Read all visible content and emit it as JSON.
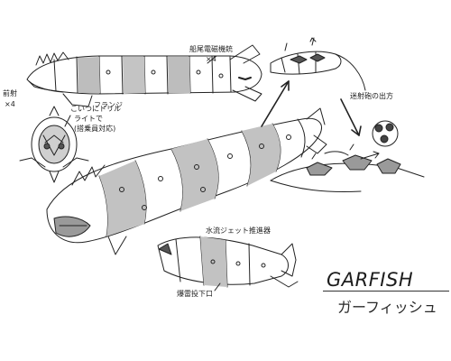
{
  "title": {
    "english": "GARFISH",
    "japanese": "ガーフィッシュ"
  },
  "annotations": {
    "tail_gun_label": "船尾電磁機銃",
    "tail_gun_count": "×4",
    "side_label_fragment": "前射",
    "side_count": "×4",
    "flange_label": "フランジ",
    "mouth_note_line1": "こいつにドリル",
    "mouth_note_line2": "ライトで",
    "mouth_note_line3": "(搭乗員対応)",
    "missile_launch_label": "迷射砲の出方",
    "water_jet_label": "水流ジェット推進器",
    "depth_charge_label": "爆雷投下口"
  }
}
